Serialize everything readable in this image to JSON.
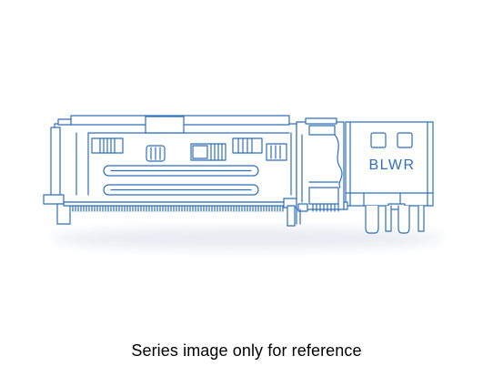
{
  "product_image": {
    "icon": "connector-line-drawing",
    "stroke_color": "#2f6fbd",
    "fill_color": "#ffffff",
    "housing_label": "BLWR"
  },
  "caption": "Series image only for reference"
}
